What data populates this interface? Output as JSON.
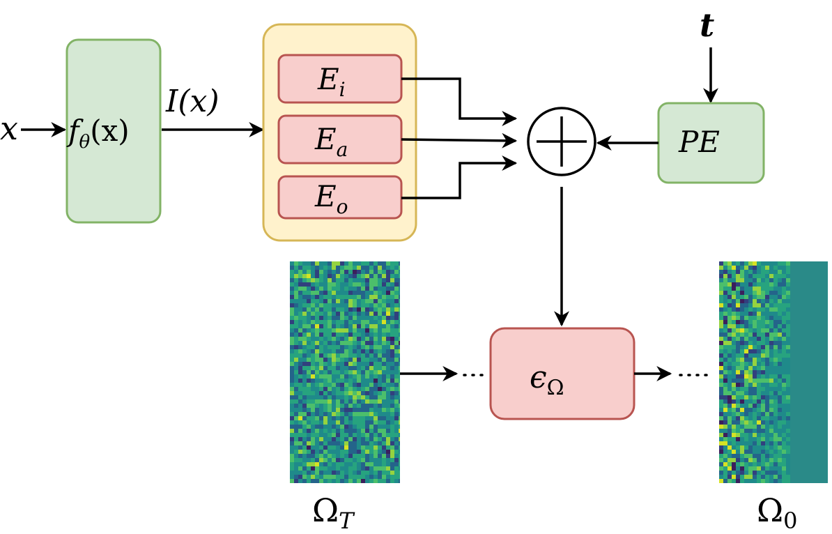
{
  "labels": {
    "input": "x",
    "feature_fn": "fθ(x)",
    "feature_base": "f",
    "feature_sub": "θ",
    "feature_args": "(x)",
    "intermediate": "I(x)",
    "time": "t",
    "pos_enc": "PE",
    "sum_symbol": "+"
  },
  "encoders": [
    {
      "base": "E",
      "sub": "i"
    },
    {
      "base": "E",
      "sub": "a"
    },
    {
      "base": "E",
      "sub": "o"
    }
  ],
  "denoiser": {
    "base": "ϵ",
    "sub": "Ω"
  },
  "noise_start": {
    "base": "Ω",
    "sub": "T"
  },
  "noise_end": {
    "base": "Ω",
    "sub": "0"
  },
  "colors": {
    "green_fill": "#d5e8d4",
    "green_stroke": "#82b366",
    "yellow_fill": "#fff2cc",
    "yellow_stroke": "#d6b656",
    "red_fill": "#f8cecc",
    "red_stroke": "#b85450",
    "heatmap_base": "#2a8a88"
  }
}
